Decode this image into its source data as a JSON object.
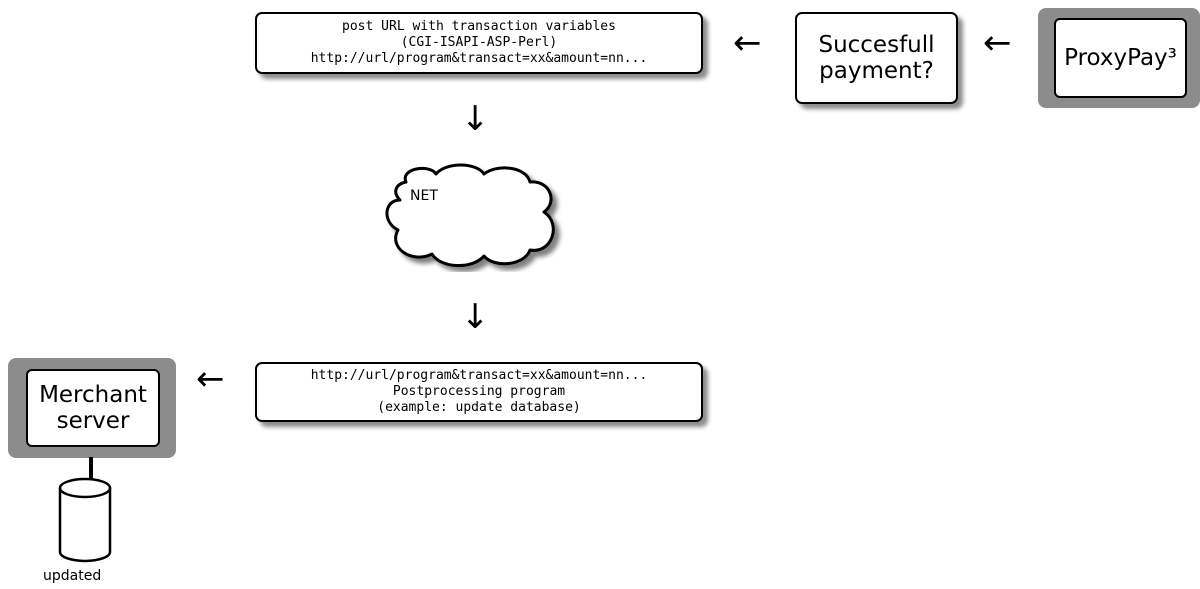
{
  "url_box": {
    "lines": [
      "post URL with transaction variables",
      "(CGI-ISAPI-ASP-Perl)",
      "http://url/program&transact=xx&amount=nn..."
    ]
  },
  "payment_box": {
    "lines": [
      "Succesfull",
      "payment?"
    ]
  },
  "proxypay_box": {
    "label": "ProxyPay³"
  },
  "cloud": {
    "label": "NET"
  },
  "post_box": {
    "lines": [
      "http://url/program&transact=xx&amount=nn...",
      "Postprocessing program",
      "(example: update database)"
    ]
  },
  "merchant_box": {
    "lines": [
      "Merchant",
      "server"
    ]
  },
  "database": {
    "caption": "updated"
  },
  "arrows": {
    "left": "←",
    "down": "↓"
  },
  "colors": {
    "frame": "#8c8c8c",
    "stroke": "#000000",
    "fill": "#ffffff"
  }
}
